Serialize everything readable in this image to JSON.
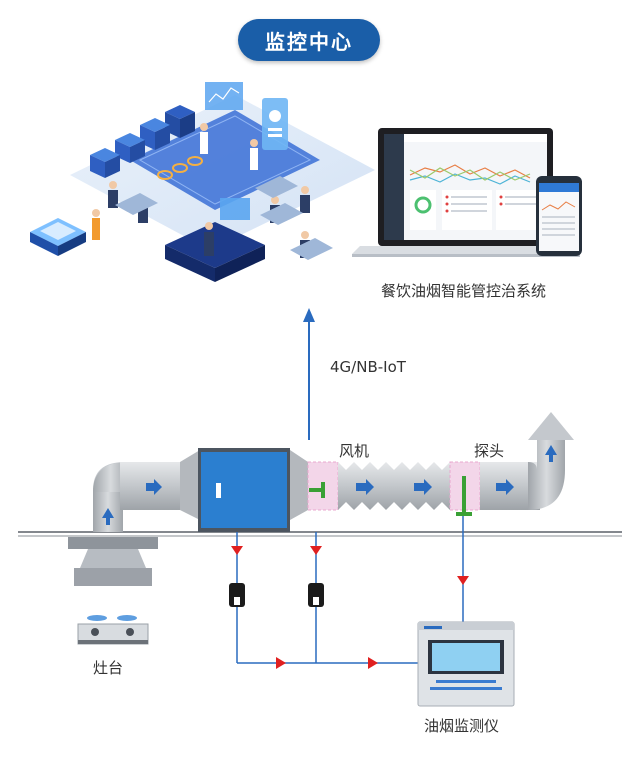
{
  "header": {
    "title": "监控中心"
  },
  "system": {
    "name": "餐饮油烟智能管控治系统"
  },
  "link": {
    "protocol": "4G/NB-IoT"
  },
  "components": {
    "fan": "风机",
    "probe": "探头",
    "stove": "灶台",
    "monitor": "油烟监测仪"
  },
  "colors": {
    "accent": "#1a5ea8",
    "pipe": "#c9ccd0",
    "purifier": "#2b7fd0",
    "signal_line": "#2a6bbf",
    "arrow_red": "#e02020",
    "fan_zone": "#f3d6e9"
  }
}
